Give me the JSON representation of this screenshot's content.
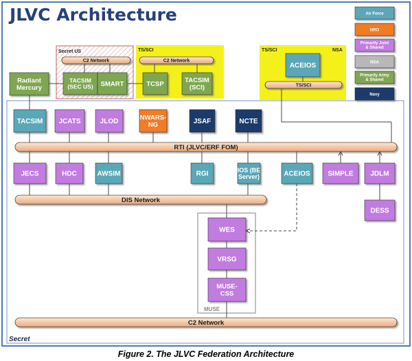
{
  "title": "JLVC Architecture",
  "caption": "Figure 2.  The JLVC Federation Architecture",
  "colors": {
    "air_force": "#5aa7b8",
    "nro": "#f07b28",
    "primarily_joint": "#c17be0",
    "nsa": "#b8b8b8",
    "primarily_army": "#7fa651",
    "navy": "#1b3a6b",
    "network_bar": "#f7d6b8",
    "ts_sci": "#f4f11a",
    "frame_border": "#4d7bb5"
  },
  "legend": [
    {
      "label": "Air Force",
      "color": "air_force"
    },
    {
      "label": "NRO",
      "color": "nro"
    },
    {
      "label": "Primarily Joint & Shared",
      "color": "primarily_joint"
    },
    {
      "label": "NSA",
      "color": "nsa"
    },
    {
      "label": "Primarily Army & Shared",
      "color": "primarily_army"
    },
    {
      "label": "Navy",
      "color": "navy"
    }
  ],
  "zones": {
    "secret_us": "Secret US",
    "ts_sci_left": "TS/SCI",
    "ts_sci_right": "TS/SCI",
    "nsa": "NSA",
    "muse": "MUSE",
    "secret": "Secret"
  },
  "networks": {
    "c2_secret_us": "C2 Network",
    "c2_ts_sci": "C2 Network",
    "ts_sci": "TS/SCI",
    "rti": "RTI (JLVC/ERF FOM)",
    "dis": "DIS Network",
    "c2_bottom": "C2 Network"
  },
  "systems": {
    "radiant_mercury": "Radiant Mercury",
    "tacsim_sec_us": "TACSIM (SEC US)",
    "smart": "SMART",
    "tcsp": "TCSP",
    "tacsim_sci": "TACSIM (SCI)",
    "aceios_top": "ACEIOS",
    "tacsim": "TACSIM",
    "jcats": "JCATS",
    "jlod": "JLOD",
    "nwars_ng": "NWARS-NG",
    "jsaf": "JSAF",
    "ncte": "NCTE",
    "jecs": "JECS",
    "hdc": "HDC",
    "awsim": "AWSIM",
    "rgi": "RGI",
    "ios_be_server": "IOS (BE Server)",
    "aceios": "ACEIOS",
    "simple": "SIMPLE",
    "jdlm": "JDLM",
    "dess": "DESS",
    "wes": "WES",
    "vrsg": "VRSG",
    "muse_css": "MUSE-CSS"
  }
}
